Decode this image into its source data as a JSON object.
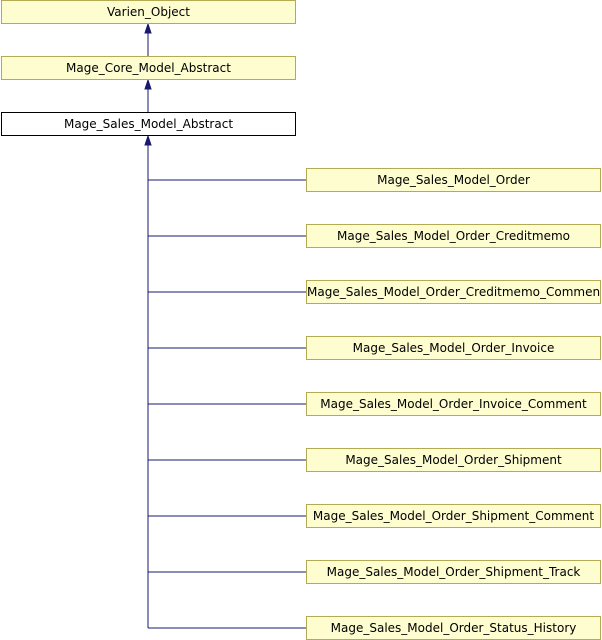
{
  "colors": {
    "node_fill": "#fdfdd0",
    "node_border": "#b5aa54",
    "current_fill": "#ffffff",
    "current_border": "#000000",
    "edge": "#191970"
  },
  "ancestors": [
    {
      "label": "Varien_Object"
    },
    {
      "label": "Mage_Core_Model_Abstract"
    }
  ],
  "current_class": {
    "label": "Mage_Sales_Model_Abstract"
  },
  "subclasses": [
    {
      "label": "Mage_Sales_Model_Order"
    },
    {
      "label": "Mage_Sales_Model_Order_Creditmemo"
    },
    {
      "label": "Mage_Sales_Model_Order_Creditmemo_Comment"
    },
    {
      "label": "Mage_Sales_Model_Order_Invoice"
    },
    {
      "label": "Mage_Sales_Model_Order_Invoice_Comment"
    },
    {
      "label": "Mage_Sales_Model_Order_Shipment"
    },
    {
      "label": "Mage_Sales_Model_Order_Shipment_Comment"
    },
    {
      "label": "Mage_Sales_Model_Order_Shipment_Track"
    },
    {
      "label": "Mage_Sales_Model_Order_Status_History"
    }
  ]
}
